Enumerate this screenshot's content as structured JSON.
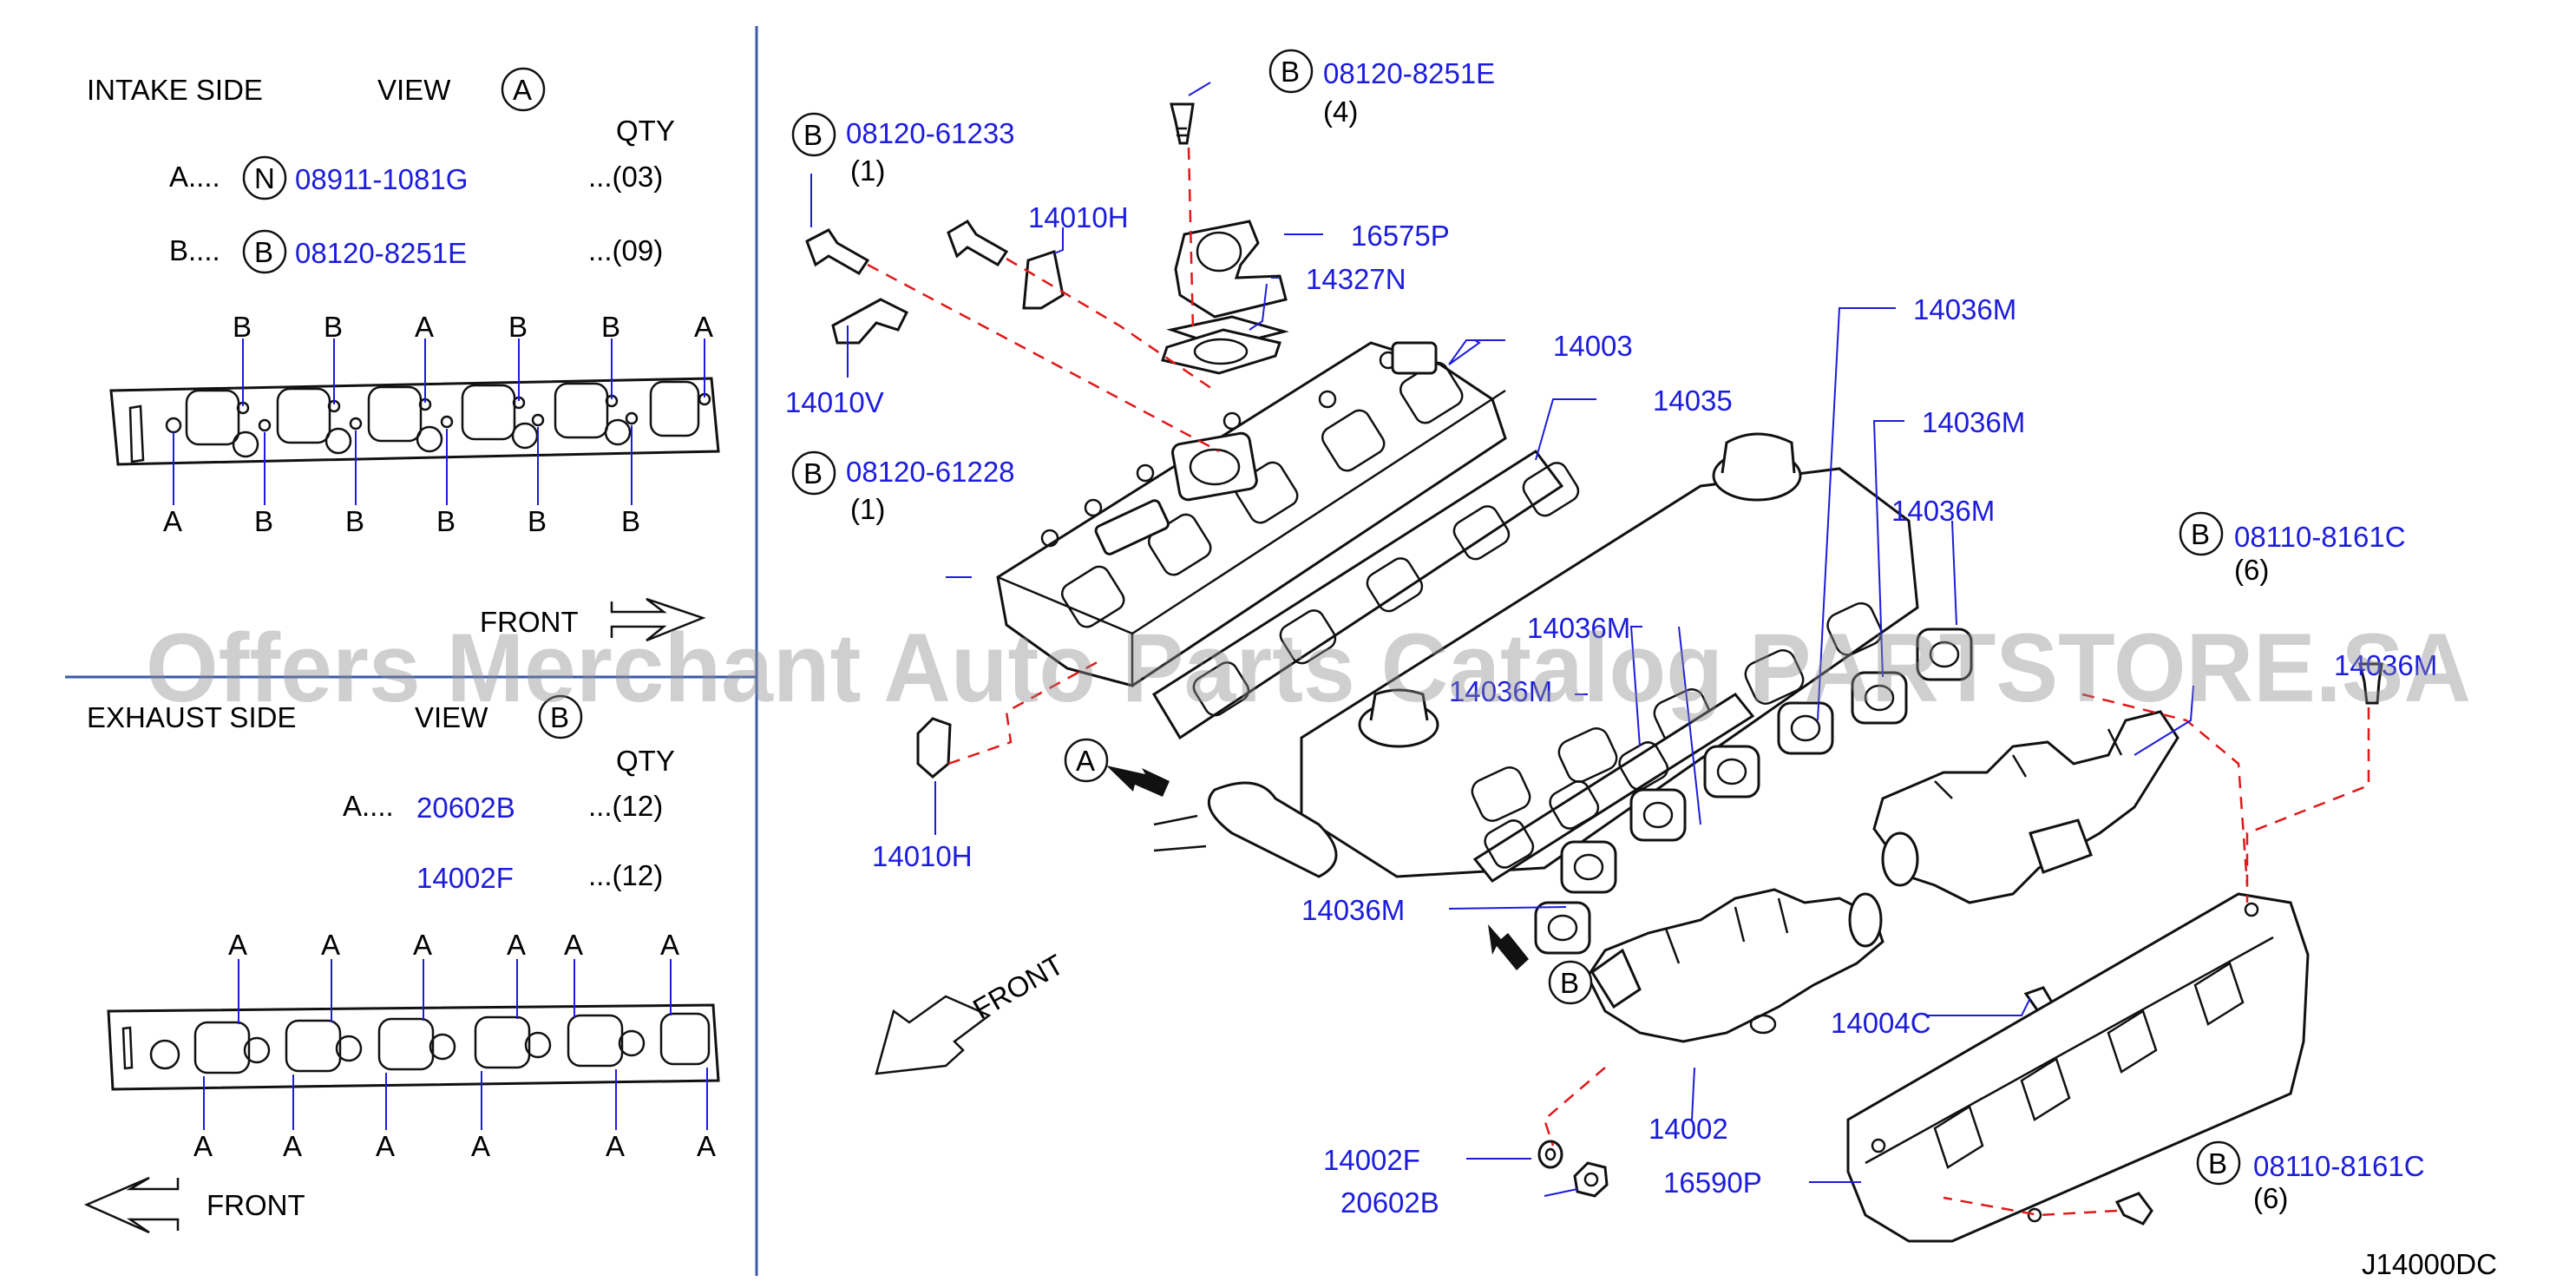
{
  "intake": {
    "heading": "INTAKE   SIDE",
    "view_word": "VIEW",
    "view_letter": "A",
    "qty_label": "QTY",
    "rows": [
      {
        "letter": "A....",
        "badge": "N",
        "part": "08911-1081G",
        "qty": "...(03)"
      },
      {
        "letter": "B....",
        "badge": "B",
        "part": "08120-8251E",
        "qty": "...(09)"
      }
    ],
    "top_letters": [
      "B",
      "B",
      "A",
      "B",
      "B",
      "A"
    ],
    "bottom_letters": [
      "A",
      "B",
      "B",
      "B",
      "B",
      "B"
    ],
    "front": "FRONT"
  },
  "exhaust": {
    "heading": "EXHAUST   SIDE",
    "view_word": "VIEW",
    "view_letter": "B",
    "qty_label": "QTY",
    "rows": [
      {
        "letter": "A....",
        "part": "20602B",
        "qty": "...(12)"
      },
      {
        "letter": "",
        "part": "14002F",
        "qty": "...(12)"
      }
    ],
    "top_letters": [
      "A",
      "A",
      "A",
      "A",
      "A",
      "A"
    ],
    "bottom_letters": [
      "A",
      "A",
      "A",
      "A",
      "A",
      "A"
    ],
    "front": "FRONT"
  },
  "callouts": {
    "c1": {
      "badge": "B",
      "part": "08120-61233",
      "qty": "(1)"
    },
    "c2": {
      "badge": "B",
      "part": "08120-8251E",
      "qty": "(4)"
    },
    "c3": {
      "badge": "B",
      "part": "08120-61228",
      "qty": "(1)"
    },
    "c4": {
      "badge": "B",
      "part": "08110-8161C",
      "qty": "(6)"
    },
    "c5": {
      "badge": "B",
      "part": "08110-8161C",
      "qty": "(6)"
    }
  },
  "parts": {
    "p14010H_top": "14010H",
    "p16575P": "16575P",
    "p14327N": "14327N",
    "p14003": "14003",
    "p14035": "14035",
    "p14036M_1": "14036M",
    "p14036M_2": "14036M",
    "p14036M_3": "14036M",
    "p14036M_4": "14036M",
    "p14036M_5": "14036M",
    "p14036M_6": "14036M",
    "p14036M_7": "14036M",
    "p14010V": "14010V",
    "p14010H_bot": "14010H",
    "p14004C": "14004C",
    "p14002": "14002",
    "p14002F": "14002F",
    "p20602B": "20602B",
    "p16590P": "16590P"
  },
  "view_markers": {
    "a": "A",
    "b": "B"
  },
  "main_front": "FRONT",
  "diagram_code": "J14000DC",
  "watermark": "Offers Merchant Auto Parts Catalog PARTSTORE.SA",
  "colors": {
    "part_number": "#1c1cdc",
    "dashed_line": "#e01818",
    "divider": "#3a5aa8"
  }
}
